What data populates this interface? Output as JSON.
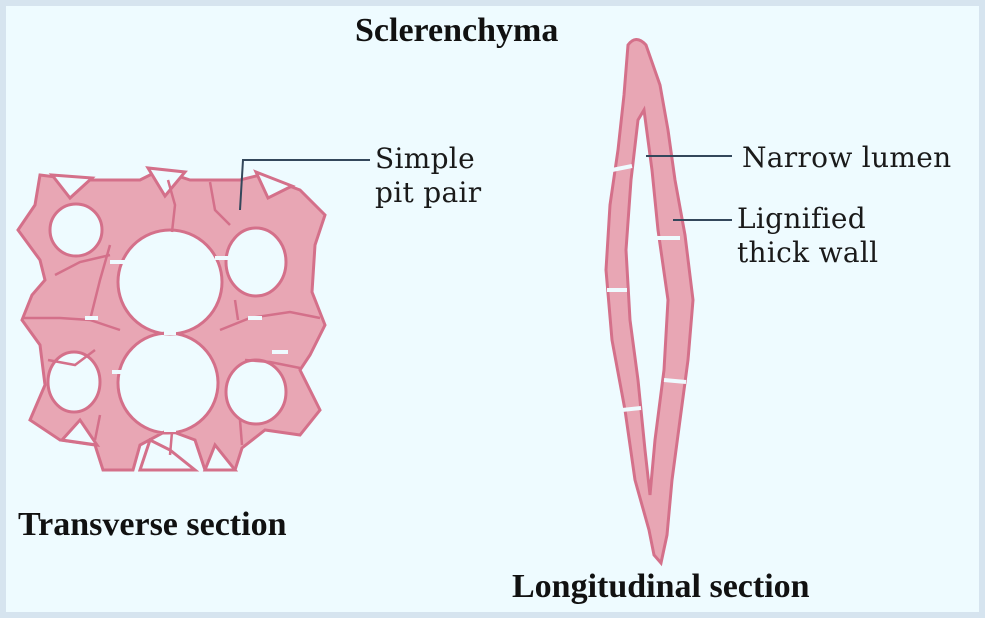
{
  "diagram": {
    "title": "Sclerenchyma",
    "transverse_caption": "Transverse section",
    "longitudinal_caption": "Longitudinal section",
    "labels": {
      "simple_pit_pair": "Simple\npit pair",
      "narrow_lumen": "Narrow lumen",
      "lignified_thick_wall": "Lignified\nthick wall"
    },
    "colors": {
      "background": "#eefbff",
      "cell_fill": "#e8a6b4",
      "cell_stroke": "#d4708a",
      "leader_line": "#33475b"
    }
  }
}
